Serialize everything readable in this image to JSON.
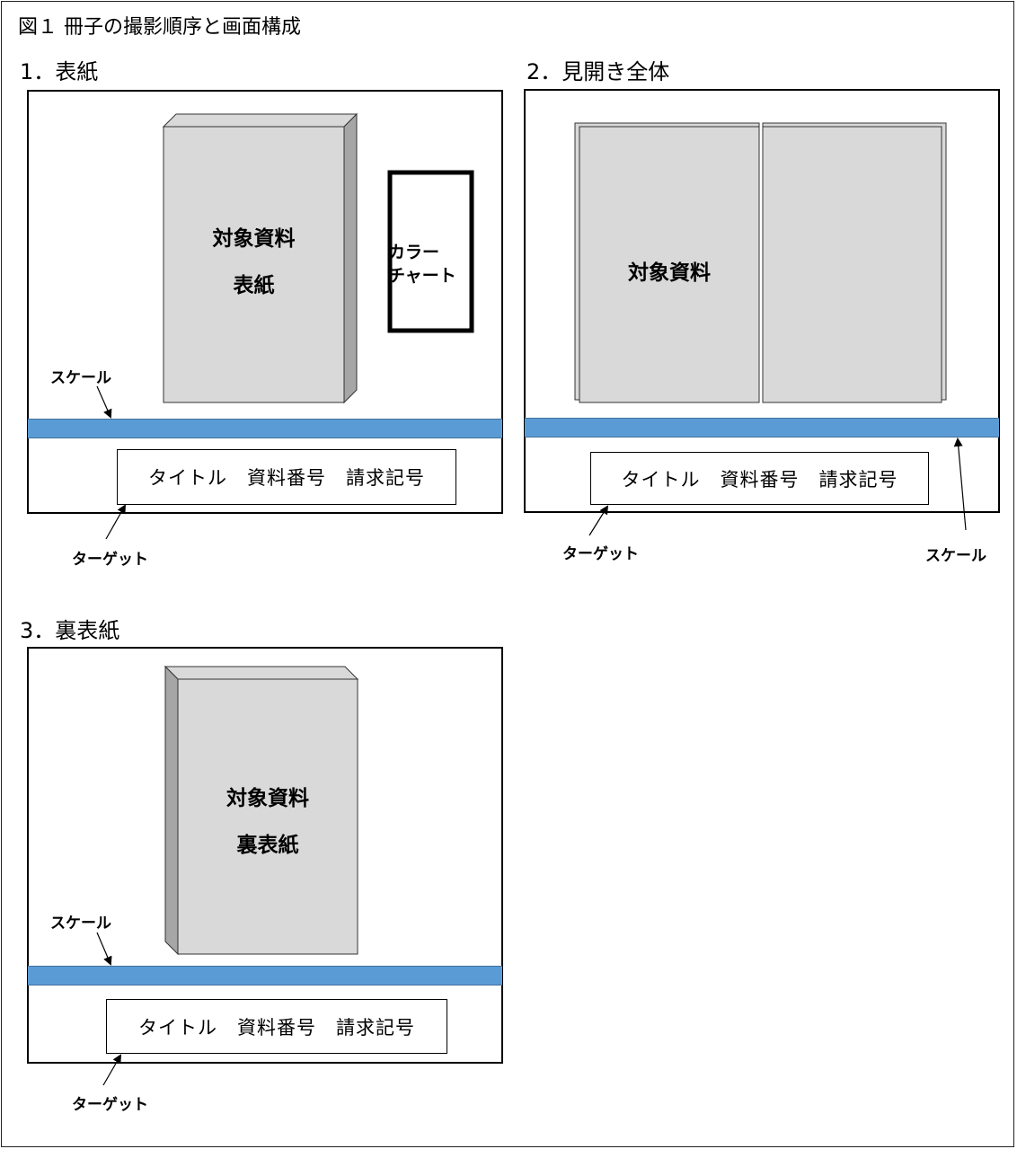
{
  "figure_title": "図１ 冊子の撮影順序と画面構成",
  "sections": [
    {
      "title": "1．表紙",
      "doc_line1": "対象資料",
      "doc_line2": "表紙",
      "chart_line1": "カラー",
      "chart_line2": "チャート",
      "scale_label": "スケール",
      "target_text": "タイトル　資料番号　請求記号",
      "target_label": "ターゲット"
    },
    {
      "title": "2．見開き全体",
      "doc_line1": "対象資料",
      "scale_label": "スケール",
      "target_text": "タイトル　資料番号　請求記号",
      "target_label": "ターゲット"
    },
    {
      "title": "3．裏表紙",
      "doc_line1": "対象資料",
      "doc_line2": "裏表紙",
      "scale_label": "スケール",
      "target_text": "タイトル　資料番号　請求記号",
      "target_label": "ターゲット"
    }
  ],
  "colors": {
    "scale_bar": "#5b9bd5",
    "document_fill": "#d9d9d9",
    "document_side": "#a6a6a6"
  }
}
